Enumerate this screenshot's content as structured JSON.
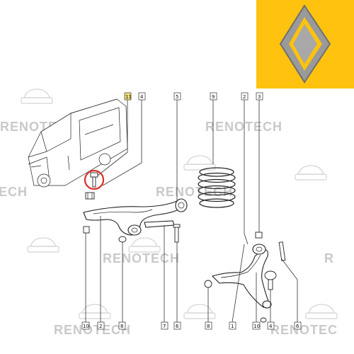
{
  "brand": {
    "logo_bg": "#ffc20e",
    "logo_diamond": "#8e8e8e"
  },
  "watermark": {
    "text": "RENOTECH",
    "text_clipped": "RENOTEC",
    "text_left_fragment": "ECH",
    "color": "#c9c9c9"
  },
  "callouts": {
    "c11": "11",
    "c4": "4",
    "c5": "5",
    "c9": "9",
    "c2": "2",
    "c3": "3",
    "c10": "10",
    "c8": "8",
    "c7": "7",
    "c6a": "6",
    "c1": "1",
    "c4b": "4",
    "c6b": "6"
  },
  "colors": {
    "highlight_circle": "#d9302b",
    "highlight_callout": "#f2e27a"
  }
}
